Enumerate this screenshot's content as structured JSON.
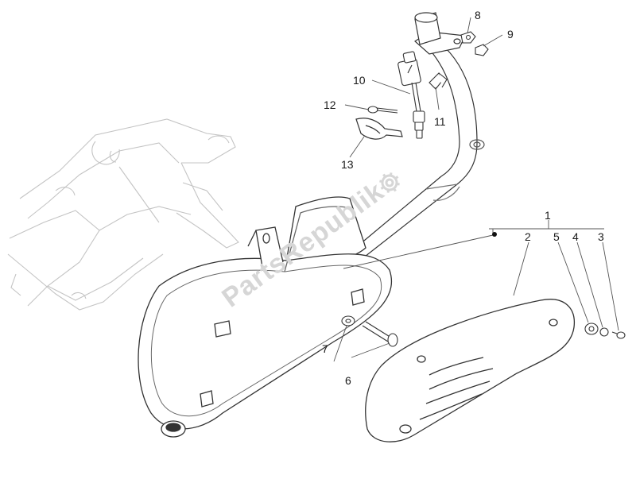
{
  "watermark": {
    "text": "PartsRepublik",
    "icon": "gear-icon"
  },
  "callouts": {
    "c1": "1",
    "c2": "2",
    "c3": "3",
    "c4": "4",
    "c5": "5",
    "c6": "6",
    "c7": "7",
    "c8": "8",
    "c9": "9",
    "c10": "10",
    "c11": "11",
    "c12": "12",
    "c13": "13"
  }
}
